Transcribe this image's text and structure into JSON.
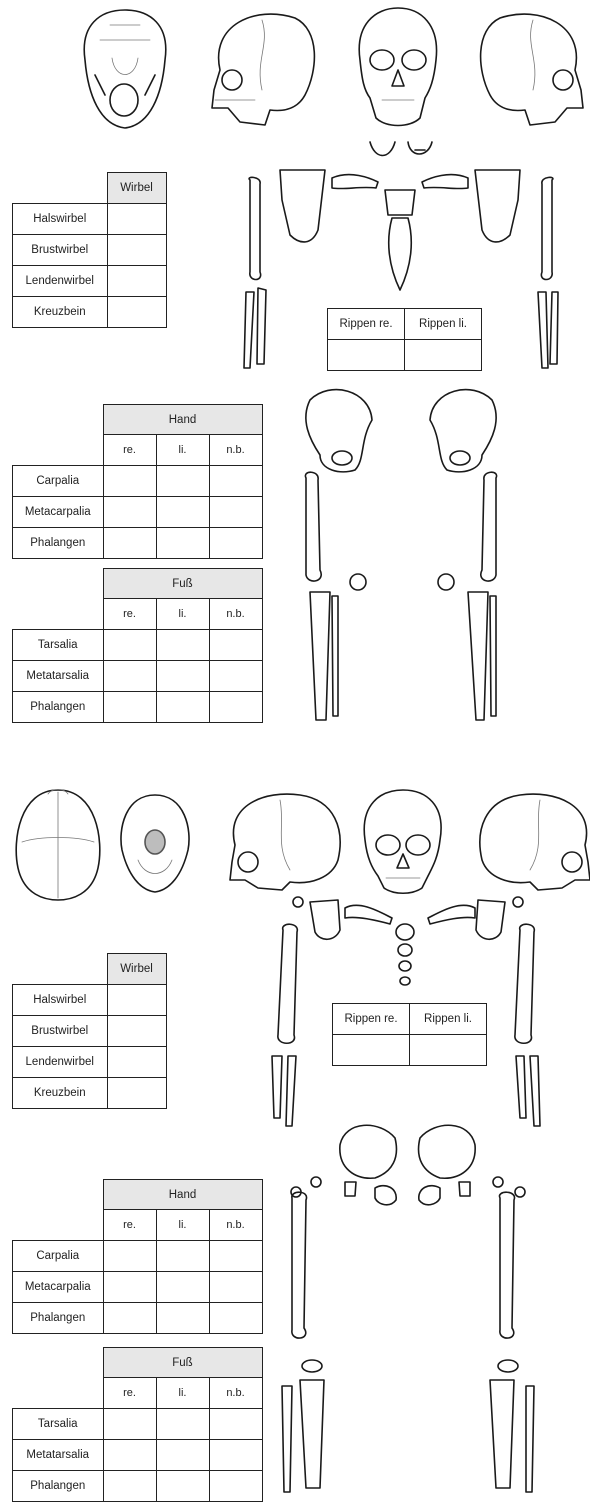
{
  "sheets": [
    {
      "name": "adult",
      "wirbel": {
        "header": "Wirbel",
        "rows": [
          "Halswirbel",
          "Brustwirbel",
          "Lendenwirbel",
          "Kreuzbein"
        ]
      },
      "rippen": {
        "right": "Rippen re.",
        "left": "Rippen li."
      },
      "hand": {
        "header": "Hand",
        "cols": [
          "re.",
          "li.",
          "n.b."
        ],
        "rows": [
          "Carpalia",
          "Metacarpalia",
          "Phalangen"
        ]
      },
      "fuss": {
        "header": "Fuß",
        "cols": [
          "re.",
          "li.",
          "n.b."
        ],
        "rows": [
          "Tarsalia",
          "Metatarsalia",
          "Phalangen"
        ]
      }
    },
    {
      "name": "child",
      "wirbel": {
        "header": "Wirbel",
        "rows": [
          "Halswirbel",
          "Brustwirbel",
          "Lendenwirbel",
          "Kreuzbein"
        ]
      },
      "rippen": {
        "right": "Rippen re.",
        "left": "Rippen li."
      },
      "hand": {
        "header": "Hand",
        "cols": [
          "re.",
          "li.",
          "n.b."
        ],
        "rows": [
          "Carpalia",
          "Metacarpalia",
          "Phalangen"
        ]
      },
      "fuss": {
        "header": "Fuß",
        "cols": [
          "re.",
          "li.",
          "n.b."
        ],
        "rows": [
          "Tarsalia",
          "Metatarsalia",
          "Phalangen"
        ]
      }
    }
  ]
}
